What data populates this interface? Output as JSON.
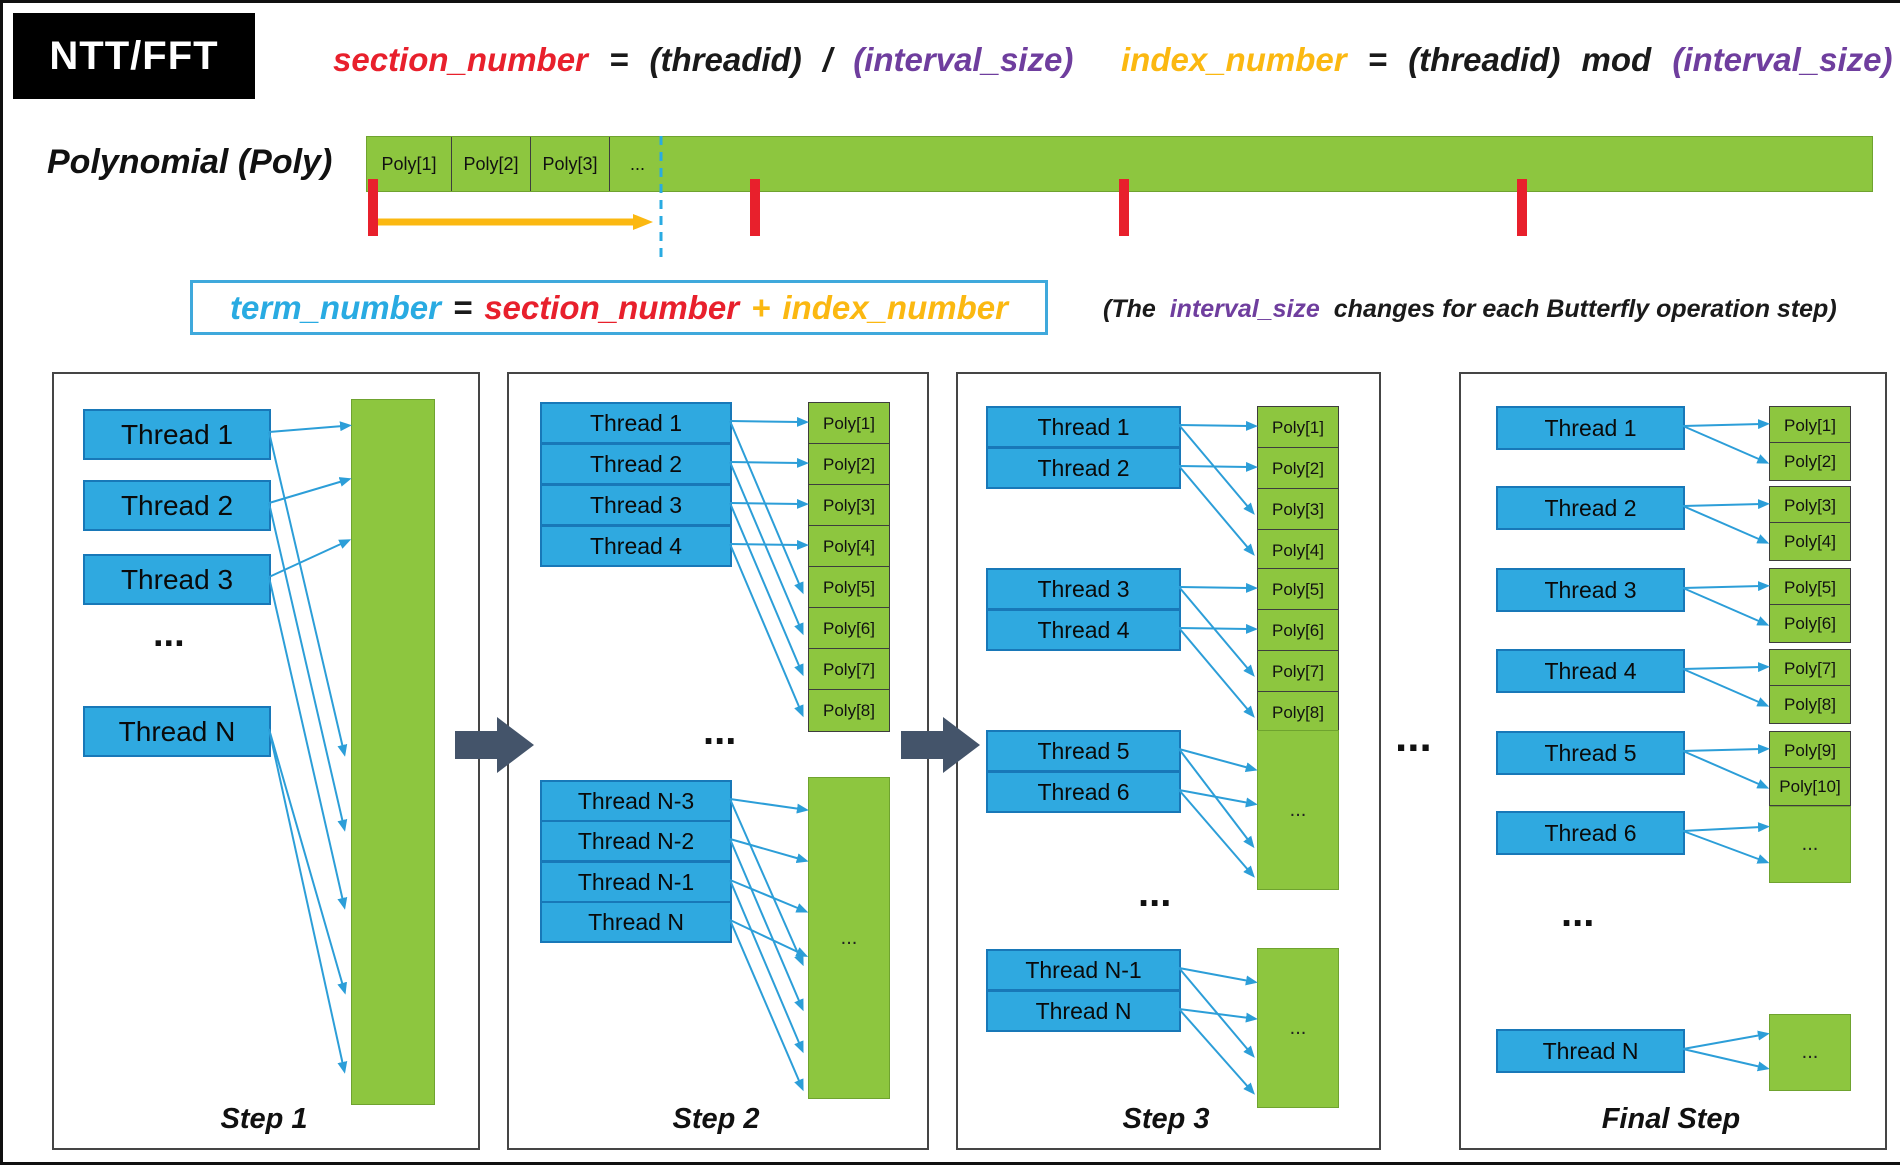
{
  "colors": {
    "thread_box_blue": "#2FA9E0",
    "poly_green": "#8DC63F",
    "accent_red": "#E8202C",
    "accent_yellow": "#FBB811",
    "accent_purple": "#6F3E9E",
    "accent_blue": "#29ABE2",
    "transition_arrow_gray": "#44546A"
  },
  "title_badge": "NTT/FFT",
  "formulas": {
    "section": {
      "lhs": "section_number",
      "eq": "=",
      "arg": "(threadid)",
      "op": "/",
      "interval": "(interval_size)"
    },
    "index": {
      "lhs": "index_number",
      "eq": "=",
      "arg": "(threadid)",
      "op": "mod",
      "interval": "(interval_size)"
    },
    "term": {
      "lhs": "term_number",
      "eq": "=",
      "a": "section_number",
      "op": "+",
      "b": "index_number"
    }
  },
  "polynomial": {
    "label": "Polynomial (Poly)",
    "cells": [
      "Poly[1]",
      "Poly[2]",
      "Poly[3]",
      "..."
    ]
  },
  "note": {
    "pre": "(The",
    "highlight": "interval_size",
    "post": "changes for each Butterfly operation step)"
  },
  "transition_dots": "...",
  "steps": [
    {
      "label": "Step 1",
      "threads": [
        "Thread 1",
        "Thread 2",
        "Thread 3",
        "Thread N"
      ],
      "dots": "..."
    },
    {
      "label": "Step 2",
      "threads_top": [
        "Thread 1",
        "Thread 2",
        "Thread 3",
        "Thread 4"
      ],
      "threads_bottom": [
        "Thread N-3",
        "Thread N-2",
        "Thread N-1",
        "Thread N"
      ],
      "poly_cells": [
        "Poly[1]",
        "Poly[2]",
        "Poly[3]",
        "Poly[4]",
        "Poly[5]",
        "Poly[6]",
        "Poly[7]",
        "Poly[8]"
      ],
      "dots": "...",
      "memory_dots": "..."
    },
    {
      "label": "Step 3",
      "threads": [
        "Thread 1",
        "Thread 2",
        "Thread 3",
        "Thread 4",
        "Thread 5",
        "Thread 6",
        "Thread N-1",
        "Thread N"
      ],
      "poly_cells": [
        "Poly[1]",
        "Poly[2]",
        "Poly[3]",
        "Poly[4]",
        "Poly[5]",
        "Poly[6]",
        "Poly[7]",
        "Poly[8]"
      ],
      "dots": "...",
      "memory_dots_1": "...",
      "memory_dots_2": "..."
    },
    {
      "label": "Final Step",
      "threads": [
        "Thread 1",
        "Thread 2",
        "Thread 3",
        "Thread 4",
        "Thread 5",
        "Thread 6",
        "Thread N"
      ],
      "poly_cells": [
        "Poly[1]",
        "Poly[2]",
        "Poly[3]",
        "Poly[4]",
        "Poly[5]",
        "Poly[6]",
        "Poly[7]",
        "Poly[8]",
        "Poly[9]",
        "Poly[10]"
      ],
      "dots": "...",
      "memory_dots_1": "...",
      "memory_dots_2": "..."
    }
  ]
}
